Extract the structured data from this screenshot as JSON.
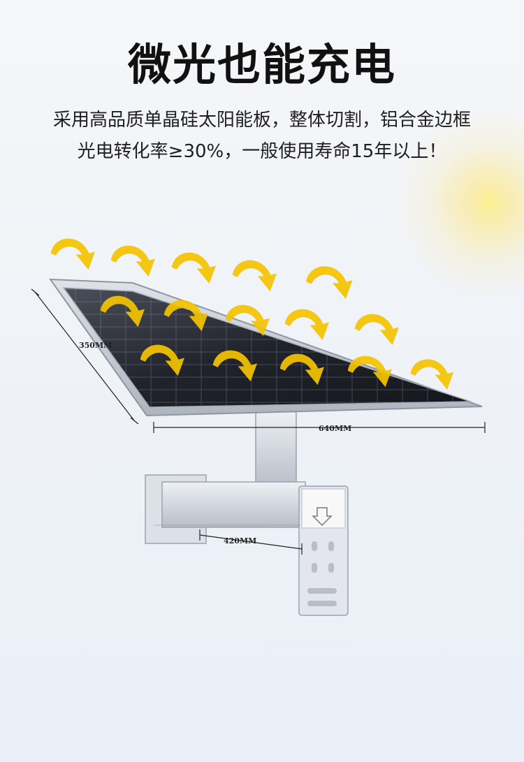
{
  "header": {
    "title": "微光也能充电",
    "description_line1": "采用高品质单晶硅太阳能板，整体切割，铝合金边框",
    "description_line2": "光电转化率≥30%，一般使用寿命15年以上！"
  },
  "dimensions": {
    "height_label": "350MM",
    "width_label": "640MM",
    "bracket_label": "420MM"
  },
  "colors": {
    "arrow": "#f4c400",
    "panel": "#1f2128",
    "frame": "#c4c9d2",
    "bracket": "#d8dde5"
  }
}
